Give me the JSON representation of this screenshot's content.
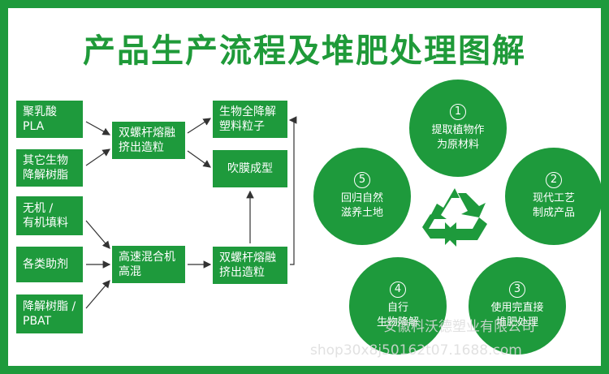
{
  "title": "产品生产流程及堆肥处理图解",
  "inputs": [
    {
      "l1": "聚乳酸",
      "l2": "PLA"
    },
    {
      "l1": "其它生物",
      "l2": "降解树脂"
    },
    {
      "l1": "无机 /",
      "l2": "有机填料"
    },
    {
      "l1": "各类助剂",
      "l2": ""
    },
    {
      "l1": "降解树脂 /",
      "l2": "PBAT"
    }
  ],
  "process": {
    "extruder1": {
      "l1": "双螺杆熔融",
      "l2": "挤出造粒"
    },
    "mixer": {
      "l1": "高速混合机",
      "l2": "高混"
    },
    "extruder2": {
      "l1": "双螺杆熔融",
      "l2": "挤出造粒"
    },
    "pellets": {
      "l1": "生物全降解",
      "l2": "塑料粒子"
    },
    "film": {
      "l1": "吹膜成型",
      "l2": ""
    }
  },
  "cycle": [
    {
      "num": "1",
      "l1": "提取植物作",
      "l2": "为原材料"
    },
    {
      "num": "2",
      "l1": "现代工艺",
      "l2": "制成产品"
    },
    {
      "num": "3",
      "l1": "使用完直接",
      "l2": "堆肥处理"
    },
    {
      "num": "4",
      "l1": "自行",
      "l2": "生物降解"
    },
    {
      "num": "5",
      "l1": "回归自然",
      "l2": "滋养土地"
    }
  ],
  "watermark": {
    "company": "安徽科沃德塑业有限公司",
    "url": "shop30x8j50162t07.1688.com"
  },
  "colors": {
    "green": "#1e9a3c",
    "title": "#1f9a39"
  },
  "icons": {
    "center": "recycle-icon"
  }
}
